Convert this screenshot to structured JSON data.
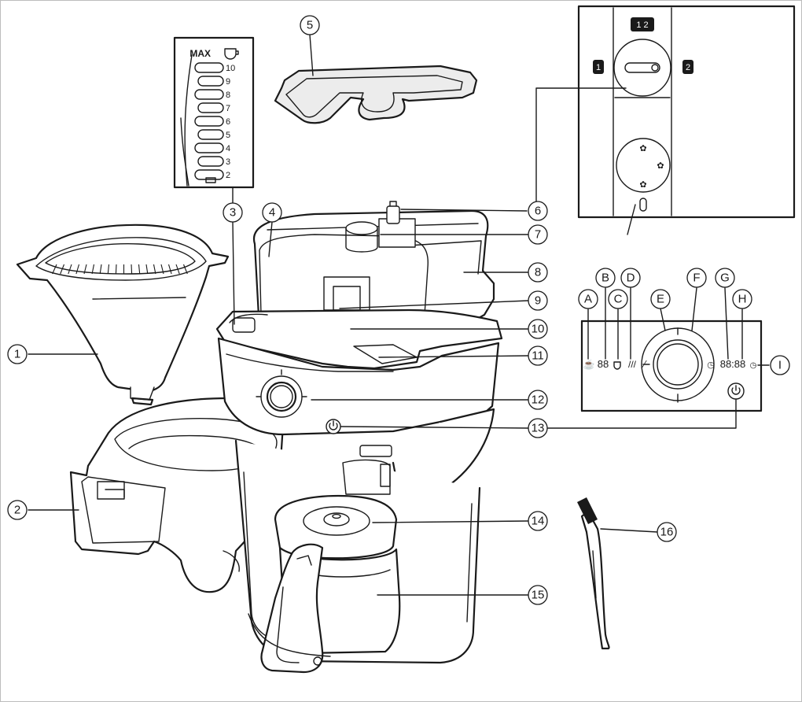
{
  "callouts": {
    "c1": "1",
    "c2": "2",
    "c3": "3",
    "c4": "4",
    "c5": "5",
    "c6": "6",
    "c7": "7",
    "c8": "8",
    "c9": "9",
    "c10": "10",
    "c11": "11",
    "c12": "12",
    "c13": "13",
    "c14": "14",
    "c15": "15",
    "c16": "16",
    "cA": "A",
    "cB": "B",
    "cC": "C",
    "cD": "D",
    "cE": "E",
    "cF": "F",
    "cG": "G",
    "cH": "H",
    "cI": "I"
  },
  "water_gauge": {
    "max_label": "MAX",
    "levels": [
      "10",
      "9",
      "8",
      "7",
      "6",
      "5",
      "4",
      "3",
      "2"
    ]
  },
  "selector_inset": {
    "top_label": "1 2",
    "left_label": "1",
    "right_label": "2"
  },
  "display": {
    "strength_segments": "88",
    "time_segments": "88:88"
  },
  "icons": [
    "cup-icon",
    "bean-icon",
    "clock-icon",
    "power-icon",
    "grind-icon"
  ]
}
